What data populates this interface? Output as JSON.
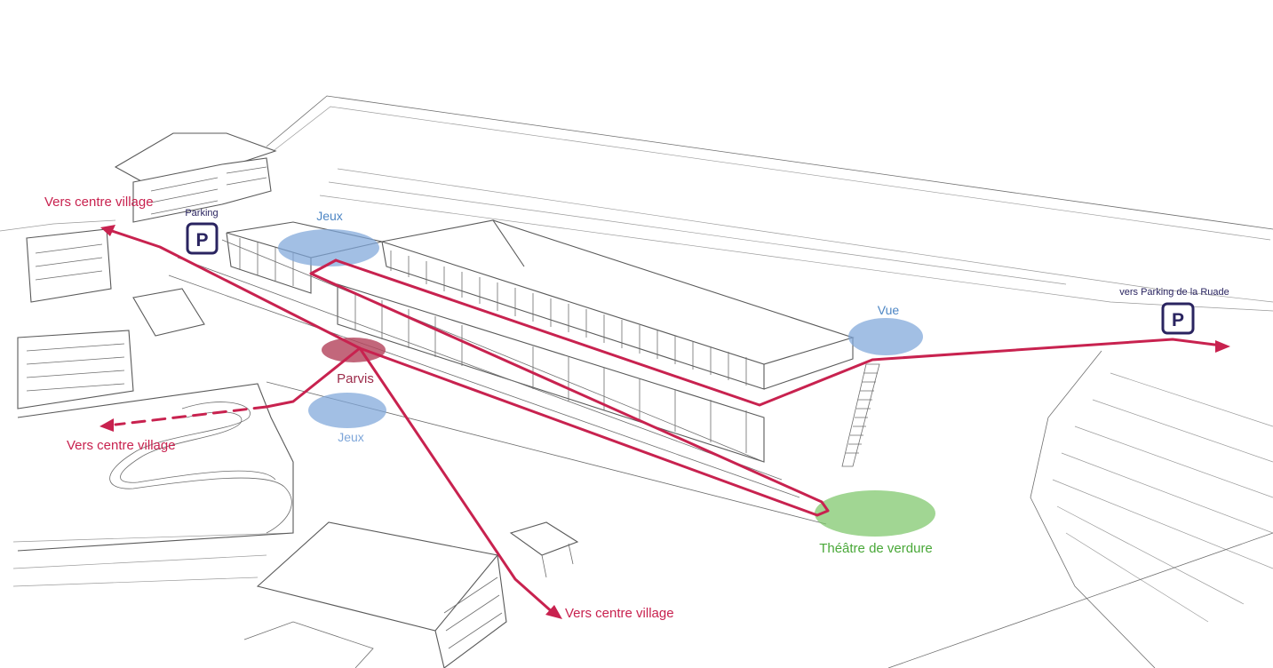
{
  "colors": {
    "route": "#c8224f",
    "parking": "#2a2460",
    "zone_blue": "#7ea6d9",
    "zone_green": "#7dc66a",
    "zone_parvis": "#b5455e",
    "label_blue": "#4d86c4",
    "label_green": "#49a838",
    "label_red": "#c8224f"
  },
  "labels": {
    "vers_centre_village_top": "Vers centre village",
    "vers_centre_village_mid": "Vers centre village",
    "vers_centre_village_bottom": "Vers centre village",
    "parking_small": "Parking",
    "parking_ruade": "vers Parking de la Ruade",
    "parking_symbol": "P",
    "jeux_top": "Jeux",
    "jeux_bottom": "Jeux",
    "vue": "Vue",
    "parvis": "Parvis",
    "theatre": "Théâtre de verdure"
  },
  "icons": {
    "parking": "parking-sign-icon",
    "arrow": "arrow-head-icon"
  }
}
